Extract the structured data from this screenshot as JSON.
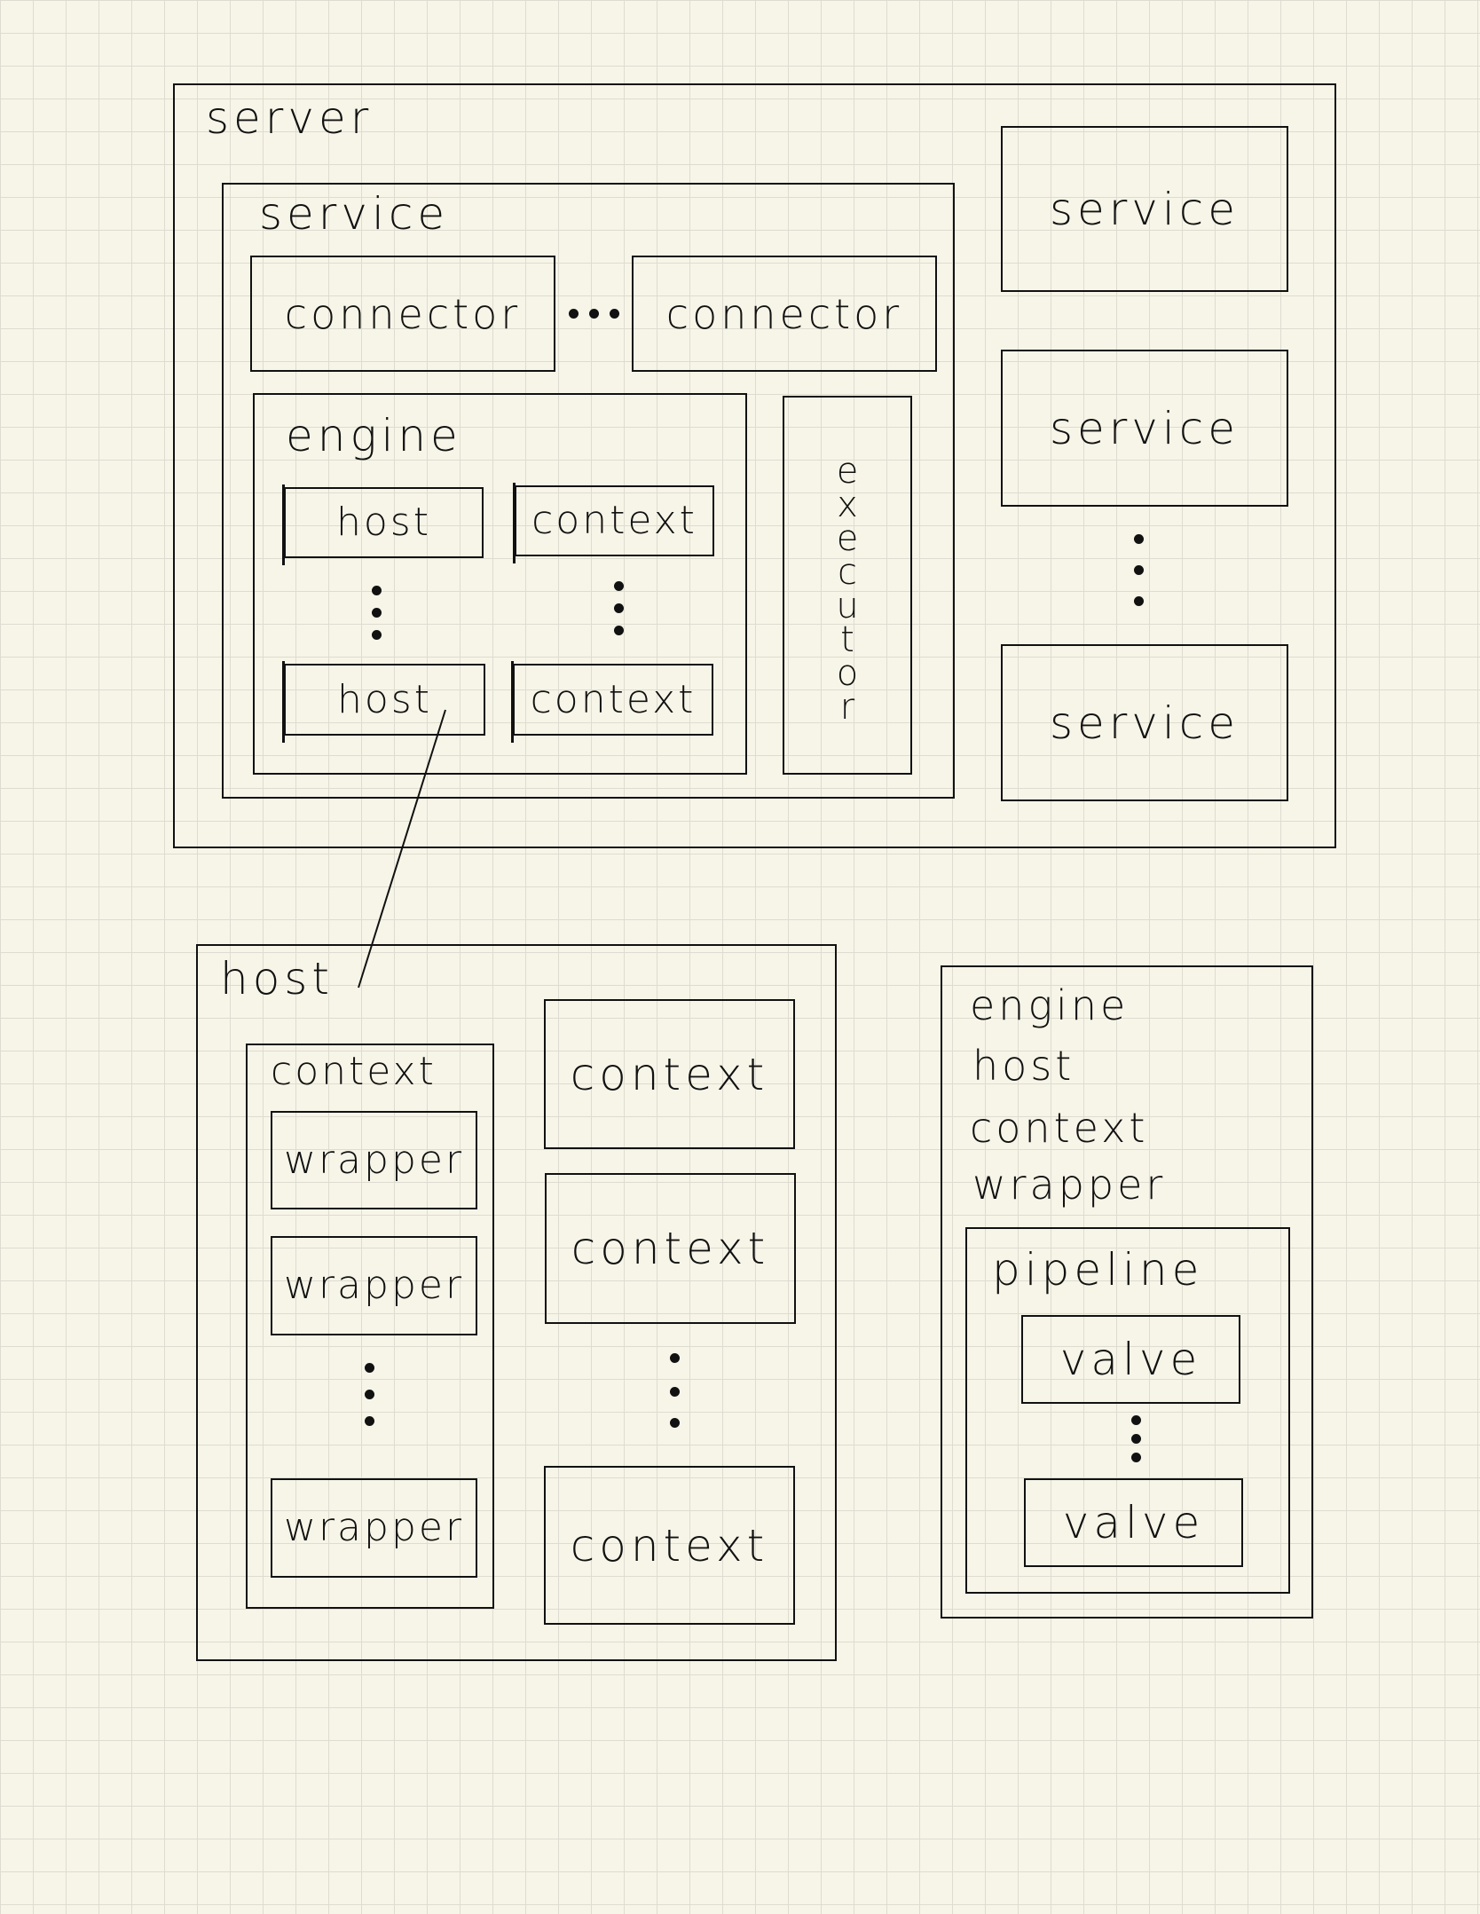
{
  "server": {
    "label": "server",
    "service": {
      "label": "service",
      "connector_left": "connector",
      "connector_right": "connector",
      "engine": {
        "label": "engine",
        "host_top": "host",
        "host_bottom": "host",
        "context_top": "context",
        "context_bottom": "context"
      },
      "executor": "executor"
    },
    "services_right": [
      "service",
      "service",
      "service"
    ]
  },
  "host_detail": {
    "label": "host",
    "context": {
      "label": "context",
      "wrappers": [
        "wrapper",
        "wrapper",
        "wrapper"
      ]
    },
    "contexts_right": [
      "context",
      "context",
      "context"
    ]
  },
  "legend": {
    "lines": [
      "engine",
      "host",
      "context",
      "wrapper"
    ],
    "pipeline": {
      "label": "pipeline",
      "valves": [
        "valve",
        "valve"
      ]
    }
  }
}
